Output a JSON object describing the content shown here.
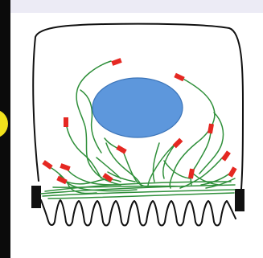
{
  "colors": {
    "background": "#ffffff",
    "frame_left_bar": "#0b0b0b",
    "yellow_disk": "#f2e21c",
    "cell_outline": "#111111",
    "nucleus_fill": "#5d97dc",
    "nucleus_stroke": "#3b74b8",
    "filaments": "#2f8f3a",
    "red_markers": "#e52822",
    "junctions": "#111111",
    "top_strip": "#ecebf5"
  },
  "elements": {
    "cell": "cell-outline",
    "nucleus": "nucleus",
    "filaments": "green-filament-network",
    "markers": "red-markers",
    "junctions": "left-and-right-junction-blocks",
    "microvilli": "wavy-bottom-boundary"
  }
}
